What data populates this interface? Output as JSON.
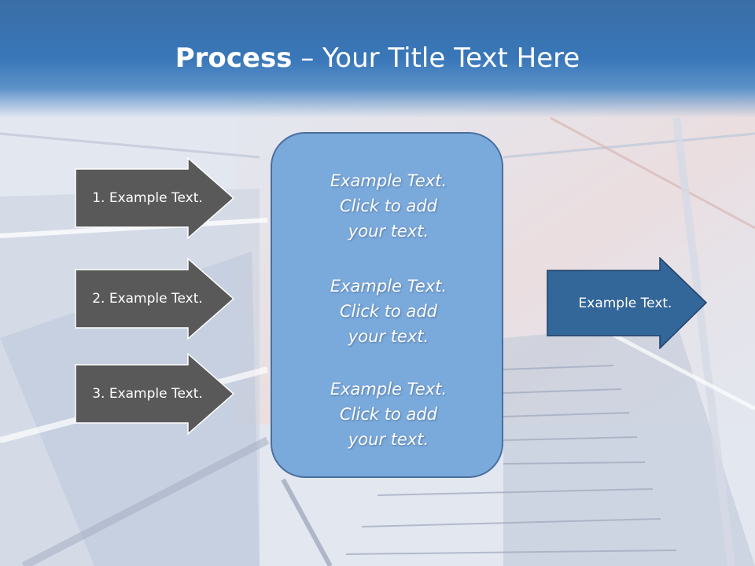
{
  "slide": {
    "title_bold": "Process",
    "title_rest": " – Your Title Text Here",
    "steps": [
      {
        "label": "1. Example Text."
      },
      {
        "label": "2. Example Text."
      },
      {
        "label": "3. Example Text."
      }
    ],
    "center_paragraphs": [
      {
        "lines": [
          "Example Text.",
          "Click  to add",
          "your text."
        ]
      },
      {
        "lines": [
          "Example Text.",
          "Click  to add",
          "your text."
        ]
      },
      {
        "lines": [
          "Example Text.",
          "Click  to add",
          "your text."
        ]
      }
    ],
    "output": {
      "label": "Example Text."
    }
  },
  "colors": {
    "header_blue": "#3977b9",
    "step_arrow_fill": "#595959",
    "center_box_fill": "#7aa9dc",
    "output_arrow_fill": "#336699"
  }
}
